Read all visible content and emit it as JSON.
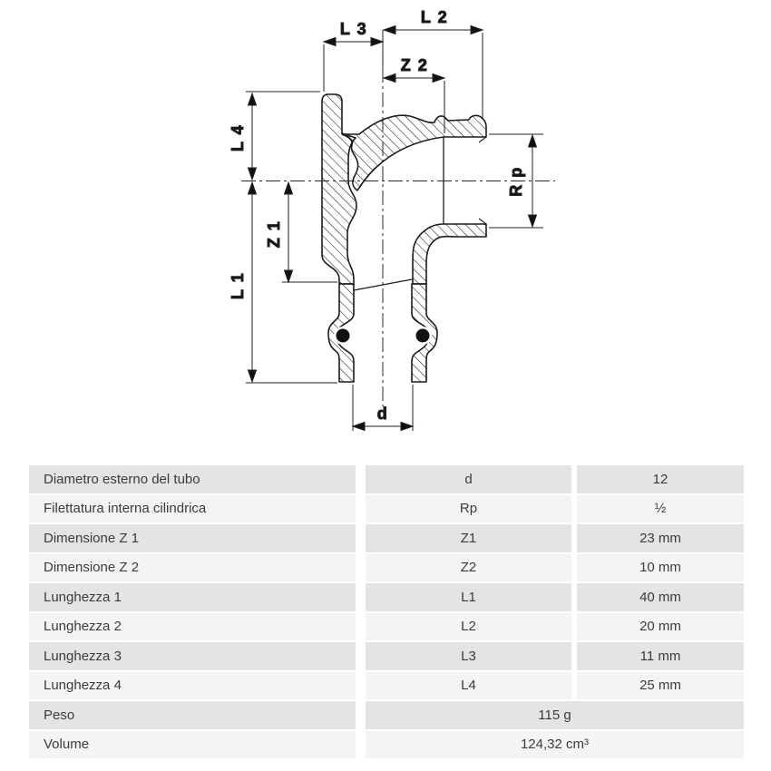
{
  "drawing": {
    "title": "press-fitting-elbow-cross-section",
    "labels": {
      "l2": "L 2",
      "l3": "L 3",
      "z2": "Z 2",
      "l4": "L 4",
      "z1": "Z 1",
      "l1": "L 1",
      "rp": "R p",
      "d": "d"
    },
    "colors": {
      "line": "#1c1c1c",
      "oring": "#111111"
    }
  },
  "table": {
    "rows": [
      {
        "label": "Diametro esterno del tubo",
        "symbol": "d",
        "value": "12",
        "span": false
      },
      {
        "label": "Filettatura interna cilindrica",
        "symbol": "Rp",
        "value": "½",
        "span": false
      },
      {
        "label": "Dimensione Z 1",
        "symbol": "Z1",
        "value": "23 mm",
        "span": false
      },
      {
        "label": "Dimensione Z 2",
        "symbol": "Z2",
        "value": "10 mm",
        "span": false
      },
      {
        "label": "Lunghezza 1",
        "symbol": "L1",
        "value": "40 mm",
        "span": false
      },
      {
        "label": "Lunghezza 2",
        "symbol": "L2",
        "value": "20 mm",
        "span": false
      },
      {
        "label": "Lunghezza 3",
        "symbol": "L3",
        "value": "11 mm",
        "span": false
      },
      {
        "label": "Lunghezza 4",
        "symbol": "L4",
        "value": "25 mm",
        "span": false
      },
      {
        "label": "Peso",
        "symbol": "",
        "value": "115 g",
        "span": true
      },
      {
        "label": "Volume",
        "symbol": "",
        "value": "124,32 cm³",
        "span": true
      }
    ],
    "colors": {
      "row_odd": "#e4e4e2",
      "row_even": "#f4f4f2",
      "text": "#3b3b3b"
    }
  }
}
